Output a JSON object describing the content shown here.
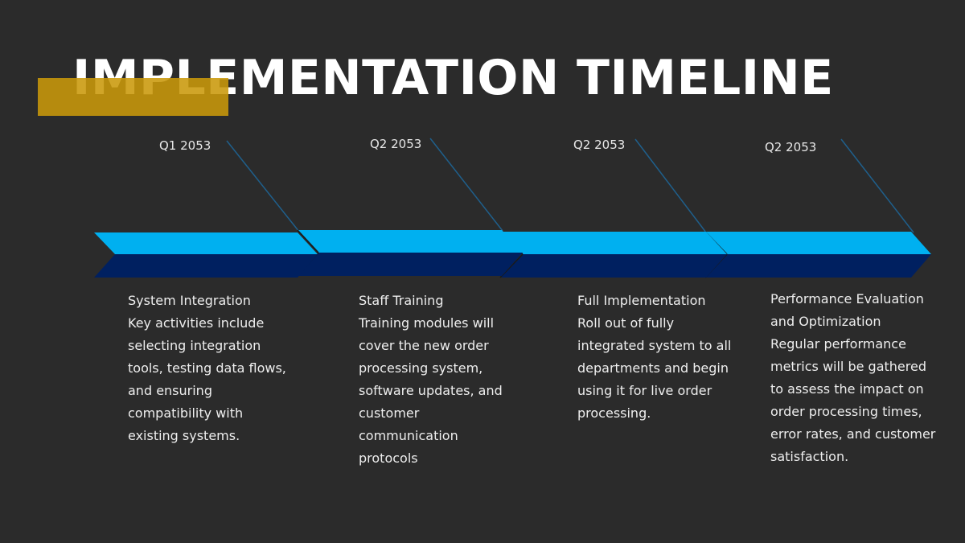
{
  "title": "IMPLEMENTATION TIMELINE",
  "colors": {
    "background": "#2b2b2b",
    "accent_gold": "#c9980a",
    "segment_top": "#00b0f0",
    "segment_bottom": "#002060",
    "connector": "#1f5f8b",
    "text": "#eeeeee"
  },
  "milestones": [
    {
      "date": "Q1 2053",
      "title": "System Integration",
      "description": "Key activities include selecting integration tools, testing data flows, and ensuring compatibility with existing systems."
    },
    {
      "date": "Q2 2053",
      "title": "Staff Training",
      "description": "Training modules will cover the new order processing system, software updates, and customer communication protocols"
    },
    {
      "date": "Q2 2053",
      "title": "Full Implementation",
      "description": "Roll out of fully integrated system to all departments and begin using it for live order processing."
    },
    {
      "date": "Q2 2053",
      "title": "Performance Evaluation and Optimization",
      "description": "Regular performance metrics will be gathered to assess the impact on order processing times, error rates, and customer satisfaction."
    }
  ]
}
